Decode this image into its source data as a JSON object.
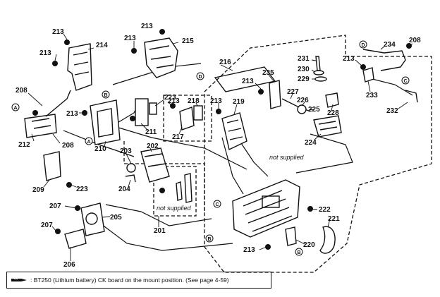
{
  "labels": {
    "l213a": "213",
    "l214": "214",
    "l213b": "213",
    "l213c": "213",
    "l215": "215",
    "l213d": "213",
    "l216": "216",
    "l234": "234",
    "l208a": "208",
    "l213e": "213",
    "l231": "231",
    "l230": "230",
    "l229": "229",
    "l208b": "208",
    "l223a": "223",
    "l213f": "213",
    "l218": "218",
    "l213g": "213",
    "l219": "219",
    "l213h": "213",
    "l235": "235",
    "l227": "227",
    "l226": "226",
    "l225": "225",
    "l228": "228",
    "l233": "233",
    "l232": "232",
    "l213i": "213",
    "l211": "211",
    "l217": "217",
    "l212": "212",
    "l208c": "208",
    "l210": "210",
    "l224": "224",
    "l203": "203",
    "l202": "202",
    "l209": "209",
    "l223b": "223",
    "l204": "204",
    "l222": "222",
    "l207a": "207",
    "l205": "205",
    "l221": "221",
    "l201": "201",
    "l207b": "207",
    "l220": "220",
    "l213j": "213",
    "l206": "206"
  },
  "notes": {
    "not_supplied_1": "not supplied",
    "not_supplied_2": "not supplied"
  },
  "connectors": {
    "a1": "A",
    "a2": "A",
    "b1": "B",
    "b2": "B",
    "b3": "B",
    "c1": "C",
    "c2": "C",
    "d1": "D",
    "d2": "D"
  },
  "footer": {
    "text": ": BT250 (Lithium battery) CK board on the mount position. (See page 4-59)"
  }
}
